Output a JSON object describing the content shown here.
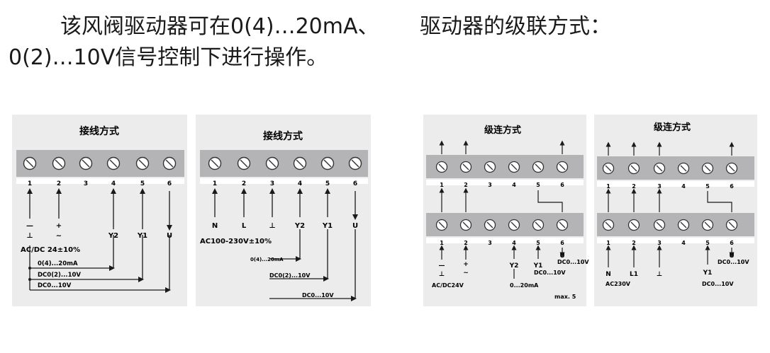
{
  "intro": {
    "line1": "该风阀驱动器可在0(4)…20mA、",
    "line2": "0(2)…10V信号控制下进行操作。",
    "cascade_heading": "驱动器的级联方式："
  },
  "panels": [
    {
      "title": "接线方式",
      "terminals": [
        "1",
        "2",
        "3",
        "4",
        "5",
        "6"
      ],
      "labels": {
        "t1": "⊥",
        "t2": "~",
        "t4": "Y2",
        "t5": "Y1",
        "t6": "U",
        "minus": "—",
        "plus": "+"
      },
      "supply": "AC/DC 24±10%",
      "signals": [
        "0(4)...20mA",
        "DC0(2)...10V",
        "DC0...10V"
      ]
    },
    {
      "title": "接线方式",
      "terminals": [
        "1",
        "2",
        "3",
        "4",
        "5",
        "6"
      ],
      "labels": {
        "t1": "N",
        "t2": "L",
        "t3": "⊥",
        "t4": "Y2",
        "t5": "Y1",
        "t6": "U"
      },
      "supply": "AC100-230V±10%",
      "signals": [
        "0(4)...20mA",
        "DC0(2)...10V",
        "DC0...10V"
      ]
    },
    {
      "title": "级连方式",
      "terminals": [
        "1",
        "2",
        "3",
        "4",
        "5",
        "6"
      ],
      "labels": {
        "t1": "⊥",
        "t2": "~",
        "t4": "Y2",
        "t5": "Y1",
        "t6": "U",
        "minus": "—",
        "plus": "+"
      },
      "out_label": "DC0...10V",
      "y1_label": "DC0...10V",
      "supply": "AC/DC24V",
      "y2_signal": "0...20mA",
      "max": "max. 5"
    },
    {
      "title": "级连方式",
      "terminals": [
        "1",
        "2",
        "3",
        "4",
        "5",
        "6"
      ],
      "labels": {
        "t1": "N",
        "t2": "L1",
        "t3": "⊥",
        "t5": "Y1",
        "t6": "U"
      },
      "out_label": "DC0...10V",
      "y1_label": "DC0...10V",
      "supply": "AC230V"
    }
  ],
  "colors": {
    "panel_bg": "#ececed",
    "strip": "#b4b4b6",
    "screw": "#ffffff",
    "ink": "#1a1a1a"
  }
}
